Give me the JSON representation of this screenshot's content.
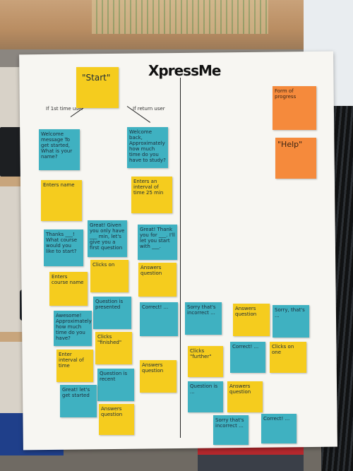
{
  "photo": {
    "poster_title": "XpressMe",
    "notes": {
      "start": "\"Start\"",
      "welcome": "Welcome message To get started, What is your name?",
      "welcome_back": "Welcome back, Approximately how much time do you have to study?",
      "enters_name": "Enters name",
      "enters_time": "Enters an interval of time 25 min",
      "thanks": "Thanks ___! What course would you like to start?",
      "great1": "Great! Given you only have ___ min, let's give you a first question",
      "great2": "Great! Thank you for ___. I'll let you start with ___.",
      "clicks_on": "Clicks on",
      "answers_q1": "Answers question",
      "enters_course": "Enters course name",
      "correct": "Correct! ...",
      "question_is_presented": "Question is presented",
      "awesome": "Awesome! Approximately how much time do you have?",
      "clicks_finished": "Clicks \"finished\"",
      "enter_time": "Enter interval of time",
      "question_recent": "Question is recent",
      "great_lets": "Great! let's get started",
      "answers_q2": "Answers question",
      "answers_q3": "Answers question",
      "sorry": "Sorry that's incorrect ...",
      "answers_q4": "Answers question",
      "sorry2": "Sorry, that's ...",
      "clicks_on_one": "Clicks on one",
      "clicks_further": "Clicks \"further\"",
      "correct2": "Correct! ...",
      "question_is": "Question is ...",
      "answers_q5": "Answers question",
      "sorry3": "Sorry that's incorrect ...",
      "correct3": "Correct! ...",
      "form_progress": "Form of progress",
      "help": "\"Help\""
    },
    "labels": {
      "first_time": "If 1st time user",
      "return": "If return user"
    }
  }
}
